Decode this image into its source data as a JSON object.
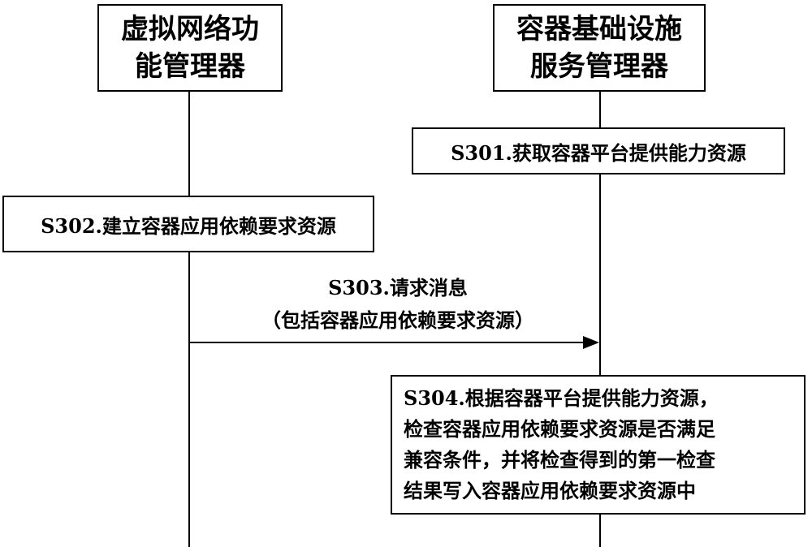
{
  "lifelines": [
    {
      "name": "vnf-manager",
      "label_lines": [
        "虚拟网络功",
        "能管理器"
      ]
    },
    {
      "name": "container-infra-manager",
      "label_lines": [
        "容器基础设施",
        "服务管理器"
      ]
    }
  ],
  "steps": {
    "s301": "S301.获取容器平台提供能力资源",
    "s302": "S302.建立容器应用依赖要求资源",
    "s303": {
      "line1": "S303.请求消息",
      "line2": "（包括容器应用依赖要求资源）"
    },
    "s304": [
      "S304.根据容器平台提供能力资源，",
      "检查容器应用依赖要求资源是否满足",
      "兼容条件，并将检查得到的第一检查",
      "结果写入容器应用依赖要求资源中"
    ]
  }
}
